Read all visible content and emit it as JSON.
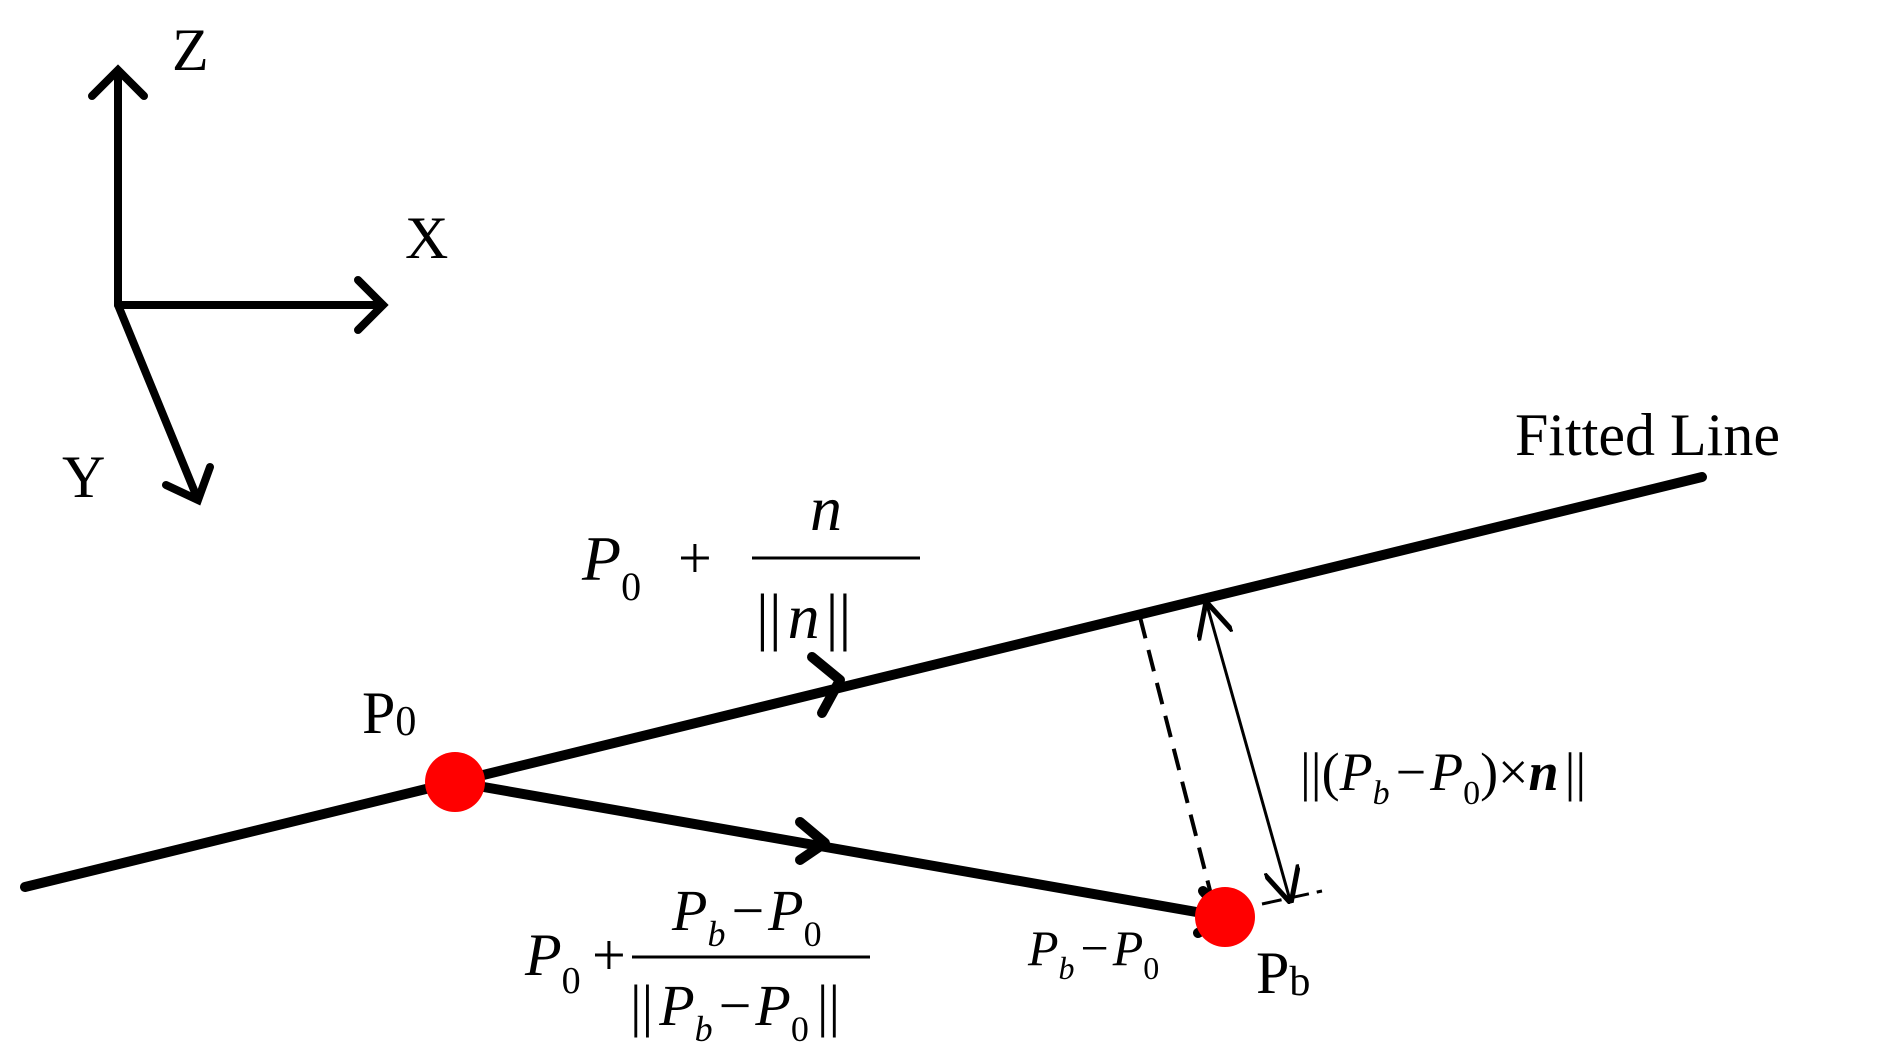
{
  "axes": {
    "x_label": "X",
    "y_label": "Y",
    "z_label": "Z"
  },
  "fitted_line_label": "Fitted Line",
  "points": {
    "p0": {
      "base": "P",
      "sub": "0"
    },
    "pb": {
      "base": "P",
      "sub": "b"
    }
  },
  "formulas": {
    "unit_n": {
      "lhs_base": "P",
      "lhs_sub": "0",
      "plus": "+",
      "numerator": "n",
      "den_left": "||",
      "den_var": "n",
      "den_right": "||"
    },
    "unit_pb": {
      "lhs_base": "P",
      "lhs_sub": "0",
      "plus": "+",
      "num_a": "P",
      "num_a_sub": "b",
      "num_minus": "−",
      "num_b": "P",
      "num_b_sub": "0",
      "den_left": "||",
      "den_a": "P",
      "den_a_sub": "b",
      "den_minus": "−",
      "den_b": "P",
      "den_b_sub": "0",
      "den_right": "||"
    },
    "vector_diff": {
      "a": "P",
      "a_sub": "b",
      "minus": "−",
      "b": "P",
      "b_sub": "0"
    },
    "distance": {
      "open": "||(",
      "a": "P",
      "a_sub": "b",
      "minus": "−",
      "b": "P",
      "b_sub": "0",
      "close_times": ")×",
      "n": "n",
      "close": "||"
    }
  },
  "colors": {
    "line": "#000000",
    "point": "#ff0000"
  }
}
